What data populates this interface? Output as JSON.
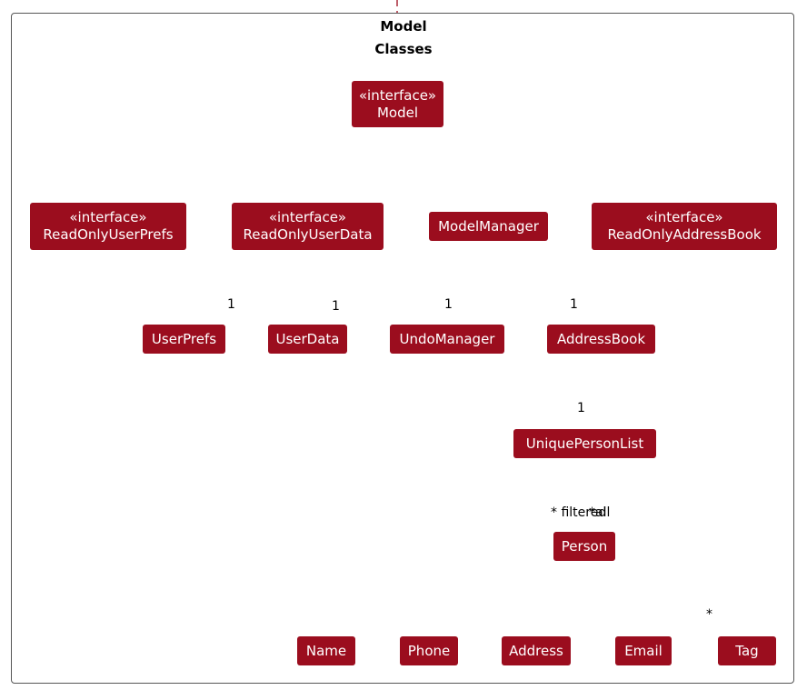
{
  "package": {
    "title_line1": "Model",
    "title_line2": "Classes"
  },
  "nodes": {
    "model": {
      "stereotype": "«interface»",
      "name": "Model"
    },
    "readonly_user_prefs": {
      "stereotype": "«interface»",
      "name": "ReadOnlyUserPrefs"
    },
    "readonly_user_data": {
      "stereotype": "«interface»",
      "name": "ReadOnlyUserData"
    },
    "model_manager": {
      "name": "ModelManager"
    },
    "readonly_address_book": {
      "stereotype": "«interface»",
      "name": "ReadOnlyAddressBook"
    },
    "user_prefs": {
      "name": "UserPrefs"
    },
    "user_data": {
      "name": "UserData"
    },
    "undo_manager": {
      "name": "UndoManager"
    },
    "address_book": {
      "name": "AddressBook"
    },
    "unique_person_list": {
      "name": "UniquePersonList"
    },
    "person": {
      "name": "Person"
    },
    "name": {
      "name": "Name"
    },
    "phone": {
      "name": "Phone"
    },
    "address": {
      "name": "Address"
    },
    "email": {
      "name": "Email"
    },
    "tag": {
      "name": "Tag"
    }
  },
  "multiplicities": {
    "user_prefs": "1",
    "user_data": "1",
    "undo_manager": "1",
    "address_book": "1",
    "unique_person_list": "1",
    "person_filtered": "* filtered",
    "person_all": "*all",
    "tag": "*"
  },
  "colors": {
    "node_fill": "#9b0d1e",
    "edge": "#a31a2a",
    "text": "#ffffff"
  }
}
